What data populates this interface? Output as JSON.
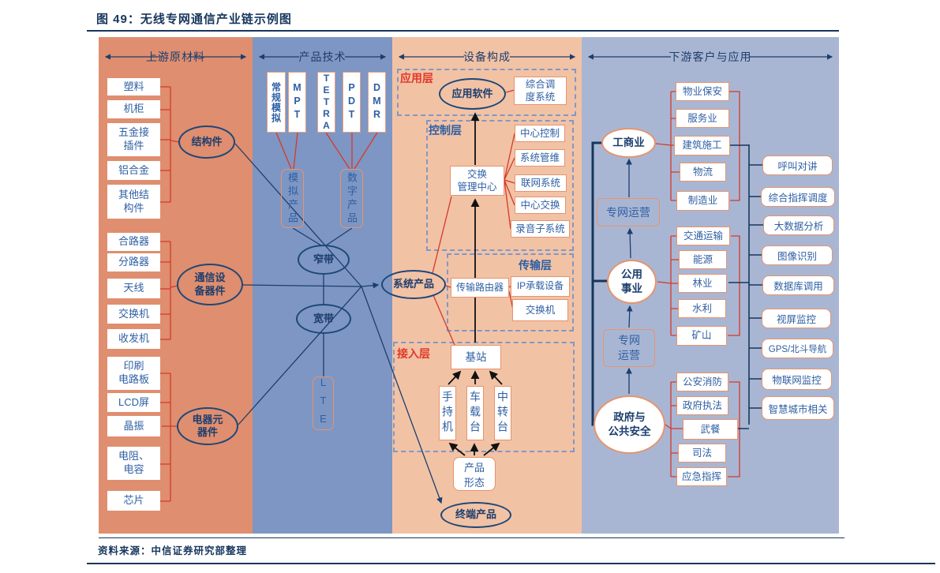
{
  "figure": {
    "title": "图 49：无线专网通信产业链示例图",
    "source": "资料来源：中信证券研究部整理"
  },
  "headers": {
    "upstream": "上游原材料",
    "tech": "产品技术",
    "equipment": "设备构成",
    "downstream": "下游客户与应用"
  },
  "upstream": {
    "structural": {
      "hub": "结构件",
      "items": [
        "塑料",
        "机柜",
        "五金接\n插件",
        "铝合金",
        "其他结\n构件"
      ]
    },
    "comm": {
      "hub": "通信设\n备器件",
      "items": [
        "合路器",
        "分路器",
        "天线",
        "交换机",
        "收发机"
      ]
    },
    "electronic": {
      "hub": "电器元\n器件",
      "items": [
        "印刷\n电路板",
        "LCD屏",
        "晶振",
        "电阻、\n电容",
        "芯片"
      ]
    }
  },
  "tech": {
    "standards": [
      "常规模拟",
      "MPT",
      "TETRA",
      "PDT",
      "DMR"
    ],
    "analog": "模拟产品",
    "digital": "数字产品",
    "narrowband": "窄带",
    "broadband": "宽带",
    "lte": "LTE"
  },
  "equipment": {
    "system_product": "系统产品",
    "terminal_product": "终端产品",
    "app_layer": {
      "label": "应用层",
      "software": "应用软件",
      "dispatch": "综合调\n度系统"
    },
    "control_layer": {
      "label": "控制层",
      "center": "交换\n管理中心",
      "items": [
        "中心控制",
        "系统管维",
        "联网系统",
        "中心交换",
        "录音子系统"
      ]
    },
    "transport_layer": {
      "label": "传输层",
      "router": "传输路由器",
      "items": [
        "IP承载设备",
        "交换机"
      ]
    },
    "access_layer": {
      "label": "接入层",
      "base": "基站",
      "terminals": [
        "手持机",
        "车载台",
        "中转台"
      ],
      "form": "产品\n形态"
    }
  },
  "downstream": {
    "operator_top": "专网运营",
    "operator_bottom": "专网\n运营",
    "sectors": [
      {
        "hub": "工商业",
        "items": [
          "物业保安",
          "服务业",
          "建筑施工",
          "物流",
          "制造业"
        ]
      },
      {
        "hub": "公用\n事业",
        "items": [
          "交通运输",
          "能源",
          "林业",
          "水利",
          "矿山"
        ]
      },
      {
        "hub": "政府与\n公共安全",
        "items": [
          "公安消防",
          "政府执法",
          "武餐",
          "司法",
          "应急指挥"
        ]
      }
    ],
    "applications": [
      "呼叫对讲",
      "综合指挥调度",
      "大数据分析",
      "图像识别",
      "数据库调用",
      "视屏监控",
      "GPS/北斗导航",
      "物联网监控",
      "智慧城市相关"
    ]
  },
  "colors": {
    "col_upstream": "#DF8E6F",
    "col_tech": "#7E96C3",
    "col_equipment": "#F2C2A5",
    "col_downstream": "#A9B6D3",
    "navy": "#1C3E6E",
    "red_line": "#D5392B",
    "box_text_blue": "#2E5FA3",
    "salmon_border": "#E5946E"
  }
}
